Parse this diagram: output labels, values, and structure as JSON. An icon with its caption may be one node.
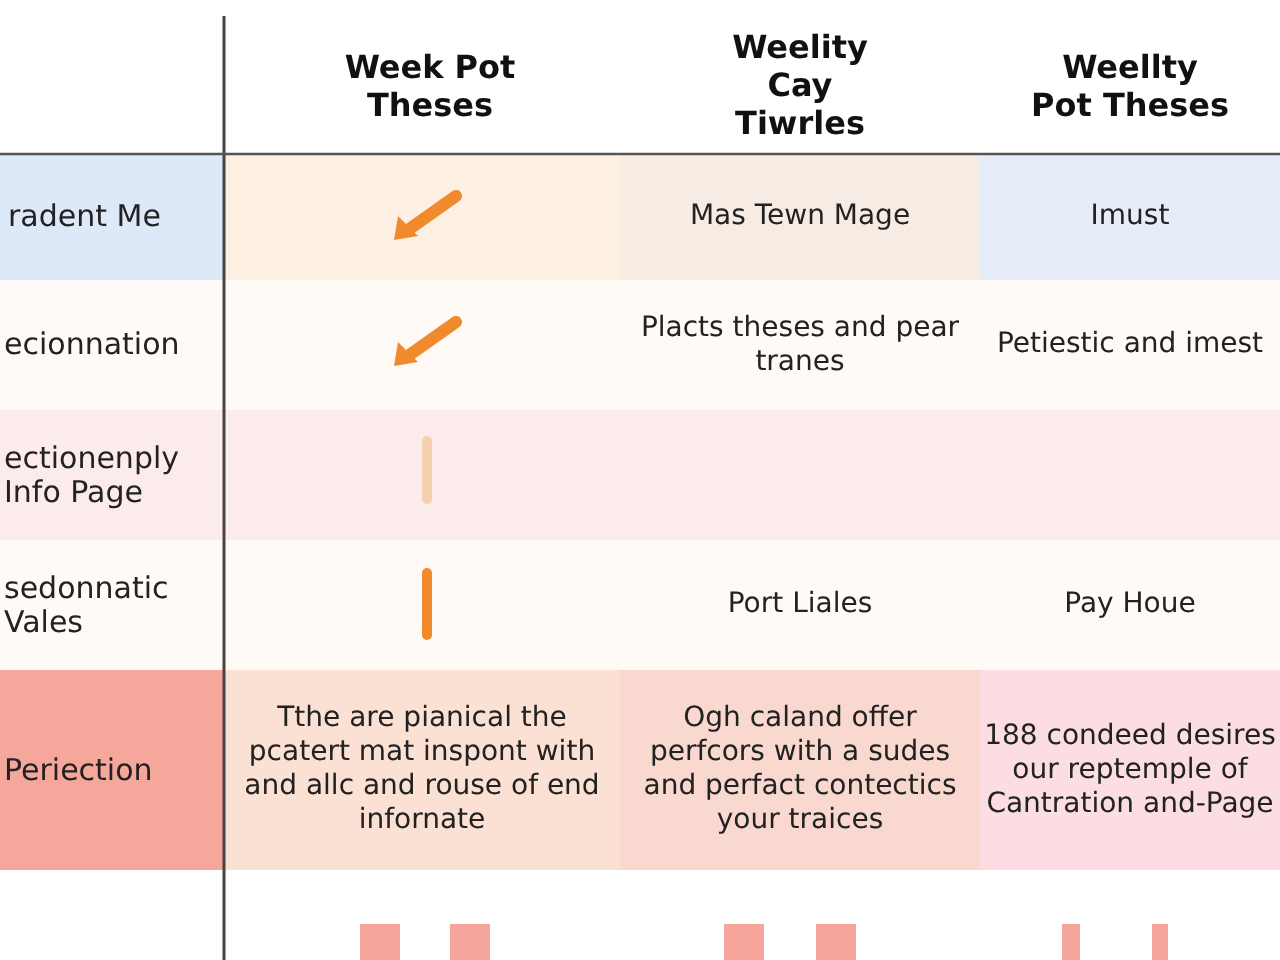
{
  "diagram": {
    "labels": [
      "Week Pot Theses",
      "Weelity Cay Tiwrles",
      "Weellty Pot Theses",
      "radent Me",
      "Mas Tewn Mage",
      "Imust",
      "ecionnation",
      "Placts theses and pear tranes",
      "Petiestic and imest",
      "ectionenply Info Page",
      "sedonnatic Vales",
      "Port Liales",
      "Pay Houe",
      "Periection",
      "Tthe are pianical the pcatert mat inspont with and allc and rouse of end infornate",
      "Ogh caland offer perfcors with a sudes and perfact contectics your traices",
      "188 condeed desires our reptemple of Cantration and-Page"
    ]
  }
}
